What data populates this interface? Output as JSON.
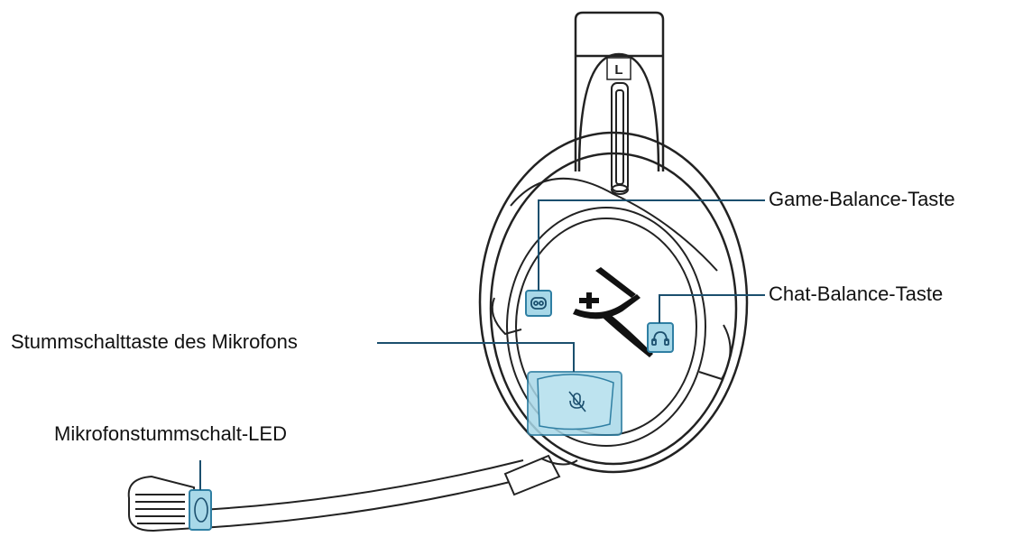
{
  "colors": {
    "line": "#1b4f6e",
    "highlight": "#a8d8e8",
    "highlight_border": "#2f7fa3",
    "ink": "#222222"
  },
  "icons": [
    "game-balance-icon",
    "chat-balance-icon",
    "mic-mute-icon",
    "hyperx-logo-icon",
    "ear-side-l-icon"
  ],
  "headset": {
    "side_marker": "L"
  },
  "callouts": {
    "game_balance": "Game-Balance-Taste",
    "chat_balance": "Chat-Balance-Taste",
    "mic_mute": "Stummschalttaste des Mikrofons",
    "mic_led": "Mikrofonstummschalt-LED"
  }
}
